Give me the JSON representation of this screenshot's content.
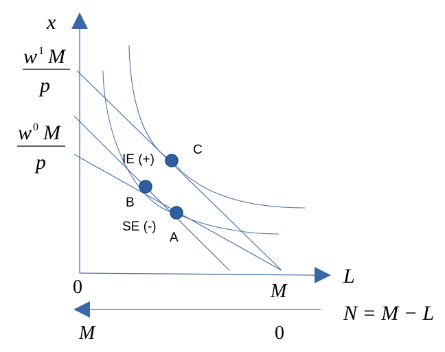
{
  "axes": {
    "y_label": "x",
    "x_label": "L",
    "origin_label": "0",
    "x_max_label": "M",
    "n_axis_label": "N = M − L",
    "n_axis_left_label": "M",
    "n_axis_right_label": "0"
  },
  "intercepts": {
    "upper": {
      "num_w": "w",
      "num_sup": "1",
      "num_m": "M",
      "den": "p"
    },
    "lower": {
      "num_w": "w",
      "num_sup": "0",
      "num_m": "M",
      "den": "p"
    }
  },
  "points": {
    "A": "A",
    "B": "B",
    "C": "C"
  },
  "annotations": {
    "income_effect": "IE (+)",
    "substitution_effect": "SE (-)"
  },
  "colors": {
    "line": "#4a72b0",
    "arrow": "#3a67a8",
    "point": "#2f5f9e",
    "point_stroke": "#1f4a80"
  }
}
